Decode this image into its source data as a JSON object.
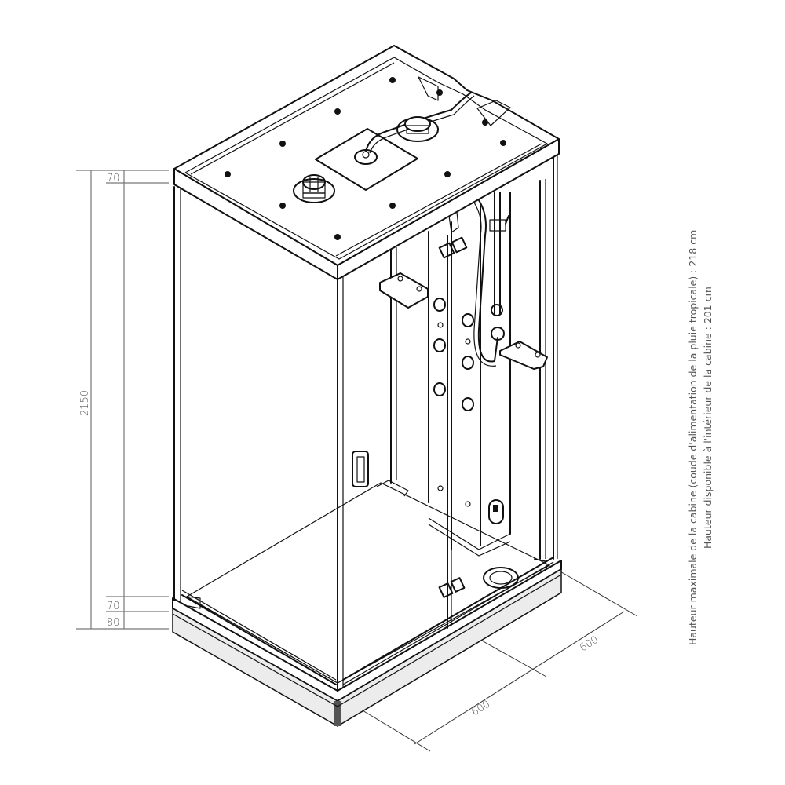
{
  "diagram": {
    "subject": "Rectangular steam shower cabin, isometric technical drawing",
    "height_dimensions": {
      "total": "2150",
      "top_roof": "70",
      "tray_rim": "70",
      "tray_base": "80"
    },
    "footprint_dimensions": {
      "depth": "600",
      "width": "600"
    },
    "notes": {
      "line1": "Hauteur maximale de la cabine (coude d'alimentation de la pluie tropicale) : 218 cm",
      "line2": "Hauteur disponible à l'intérieur de la cabine : 201 cm"
    },
    "components": [
      "roof-panel",
      "rain-shower-head",
      "ventilation-fan",
      "roof-light",
      "hose",
      "column-panel",
      "body-jets",
      "hand-shower",
      "slide-bar",
      "corner-shelf-left",
      "corner-shelf-right",
      "door-handle",
      "door-hinge",
      "control-panel",
      "shower-tray",
      "drain",
      "foot-massager"
    ],
    "colors": {
      "line": "#111111",
      "dimension": "#555555",
      "tray_side": "#ececec",
      "background": "#ffffff"
    }
  }
}
